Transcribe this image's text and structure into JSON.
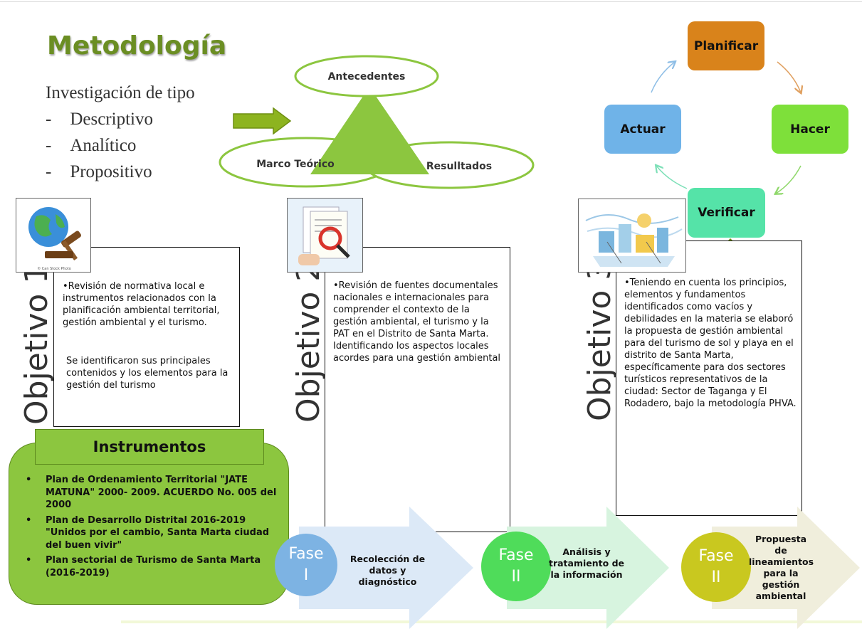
{
  "title": "Metodología",
  "investigation": {
    "heading": "Investigación de tipo",
    "types": [
      "Descriptivo",
      "Analítico",
      "Propositivo"
    ],
    "dash": "-"
  },
  "triangle": {
    "top": "Antecedentes",
    "left": "Marco Teórico",
    "right": "Resulltados"
  },
  "pdca": {
    "plan": "Planificar",
    "do": "Hacer",
    "check": "Verificar",
    "act": "Actuar",
    "colors": {
      "plan": "#d9831b",
      "do": "#7ee03a",
      "check": "#55e3a8",
      "act": "#6fb3e8"
    }
  },
  "objectives": [
    {
      "label": "Objetivo 1",
      "bullet": "•",
      "text": "Revisión de normativa local e instrumentos relacionados con la planificación ambiental territorial, gestión ambiental y el turismo.",
      "extra": "Se identificaron sus principales contenidos y los elementos para la gestión del turismo"
    },
    {
      "label": "Objetivo 2",
      "bullet": "•",
      "text": "Revisión de fuentes documentales nacionales e internacionales para comprender el contexto de la gestión ambiental, el turismo y la PAT en el Distrito de Santa Marta. Identificando los aspectos locales  acordes para una gestión ambiental"
    },
    {
      "label": "Objetivo 3",
      "bullet": "•",
      "text": "Teniendo en cuenta los principios, elementos y fundamentos identificados como vacíos y debilidades en la materia se elaboró la propuesta de gestión ambiental para del turismo de sol y playa en el distrito de Santa Marta, específicamente para dos sectores turísticos representativos de la ciudad: Sector de Taganga y El Rodadero, bajo la metodología PHVA."
    }
  ],
  "image_caption": "© Can Stock Photo",
  "instruments": {
    "heading": "Instrumentos",
    "bullet": "•",
    "items": [
      "Plan de Ordenamiento Territorial \"JATE MATUNA\" 2000- 2009. ACUERDO No. 005 del 2000",
      "Plan de Desarrollo Distrital 2016-2019 \"Unidos por el cambio, Santa Marta ciudad del buen vivir\"",
      "Plan sectorial de Turismo  de Santa Marta (2016-2019)"
    ]
  },
  "phases": [
    {
      "fase": "Fase",
      "num": "I",
      "label": "Recolección de datos y diagnóstico",
      "circle_color": "#7db3e3",
      "arrow_color": "#dce9f7"
    },
    {
      "fase": "Fase",
      "num": "II",
      "label": "Análisis y tratamiento de la información",
      "circle_color": "#4fdc5a",
      "arrow_color": "#d7f4df"
    },
    {
      "fase": "Fase",
      "num": "II",
      "label": "Propuesta de lineamientos para la gestión ambiental",
      "circle_color": "#c9c81f",
      "arrow_color": "#f0eedc"
    }
  ]
}
